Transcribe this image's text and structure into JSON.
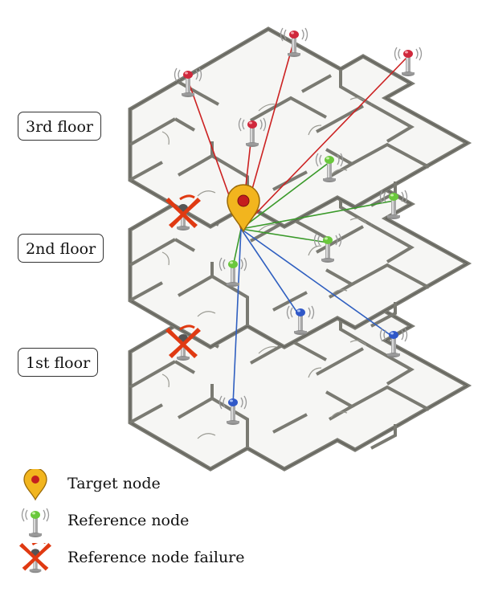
{
  "floors": [
    {
      "label": "3rd floor"
    },
    {
      "label": "2nd floor"
    },
    {
      "label": "1st floor"
    }
  ],
  "legend": {
    "target_node": "Target node",
    "reference_node": "Reference node",
    "reference_node_failure": "Reference node failure"
  },
  "colors": {
    "floor_3_links": "#cc2222",
    "floor_2_links": "#3a9a2a",
    "floor_1_links": "#2f5fc0",
    "target_pin": "#f2b51e",
    "target_dot": "#c41e1e",
    "node_floor_3": "#d0283c",
    "node_floor_2": "#6ac83c",
    "node_floor_1": "#3058c8",
    "failure_cross": "#e03a12",
    "wall": "#7a7a72",
    "floor_fill": "#f6f6f4"
  },
  "icons": {
    "target": "map-pin-icon",
    "reference": "antenna-node-icon",
    "failure": "failed-node-icon"
  }
}
